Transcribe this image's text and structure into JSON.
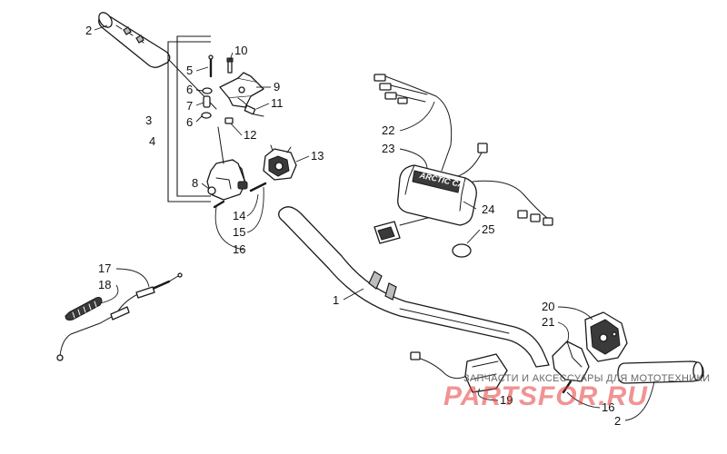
{
  "callouts": {
    "c1": "1",
    "c2a": "2",
    "c2b": "2",
    "c3": "3",
    "c4": "4",
    "c5": "5",
    "c6a": "6",
    "c6b": "6",
    "c7": "7",
    "c8": "8",
    "c9": "9",
    "c10": "10",
    "c11": "11",
    "c12": "12",
    "c13": "13",
    "c14": "14",
    "c15": "15",
    "c16a": "16",
    "c16b": "16",
    "c17": "17",
    "c18": "18",
    "c19": "19",
    "c20": "20",
    "c21": "21",
    "c22": "22",
    "c23": "23",
    "c24": "24",
    "c25": "25"
  },
  "grip_logo_text": "ARCTIC CAT",
  "watermark": {
    "top_line": "ЗАПЧАСТИ И АКСЕССУАРЫ ДЛЯ МОТОТЕХНИКИ",
    "brand": "PARTSFOR.RU"
  },
  "colors": {
    "line": "#1a1a1a",
    "watermark_red": "#e63a3a",
    "background": "#ffffff"
  }
}
